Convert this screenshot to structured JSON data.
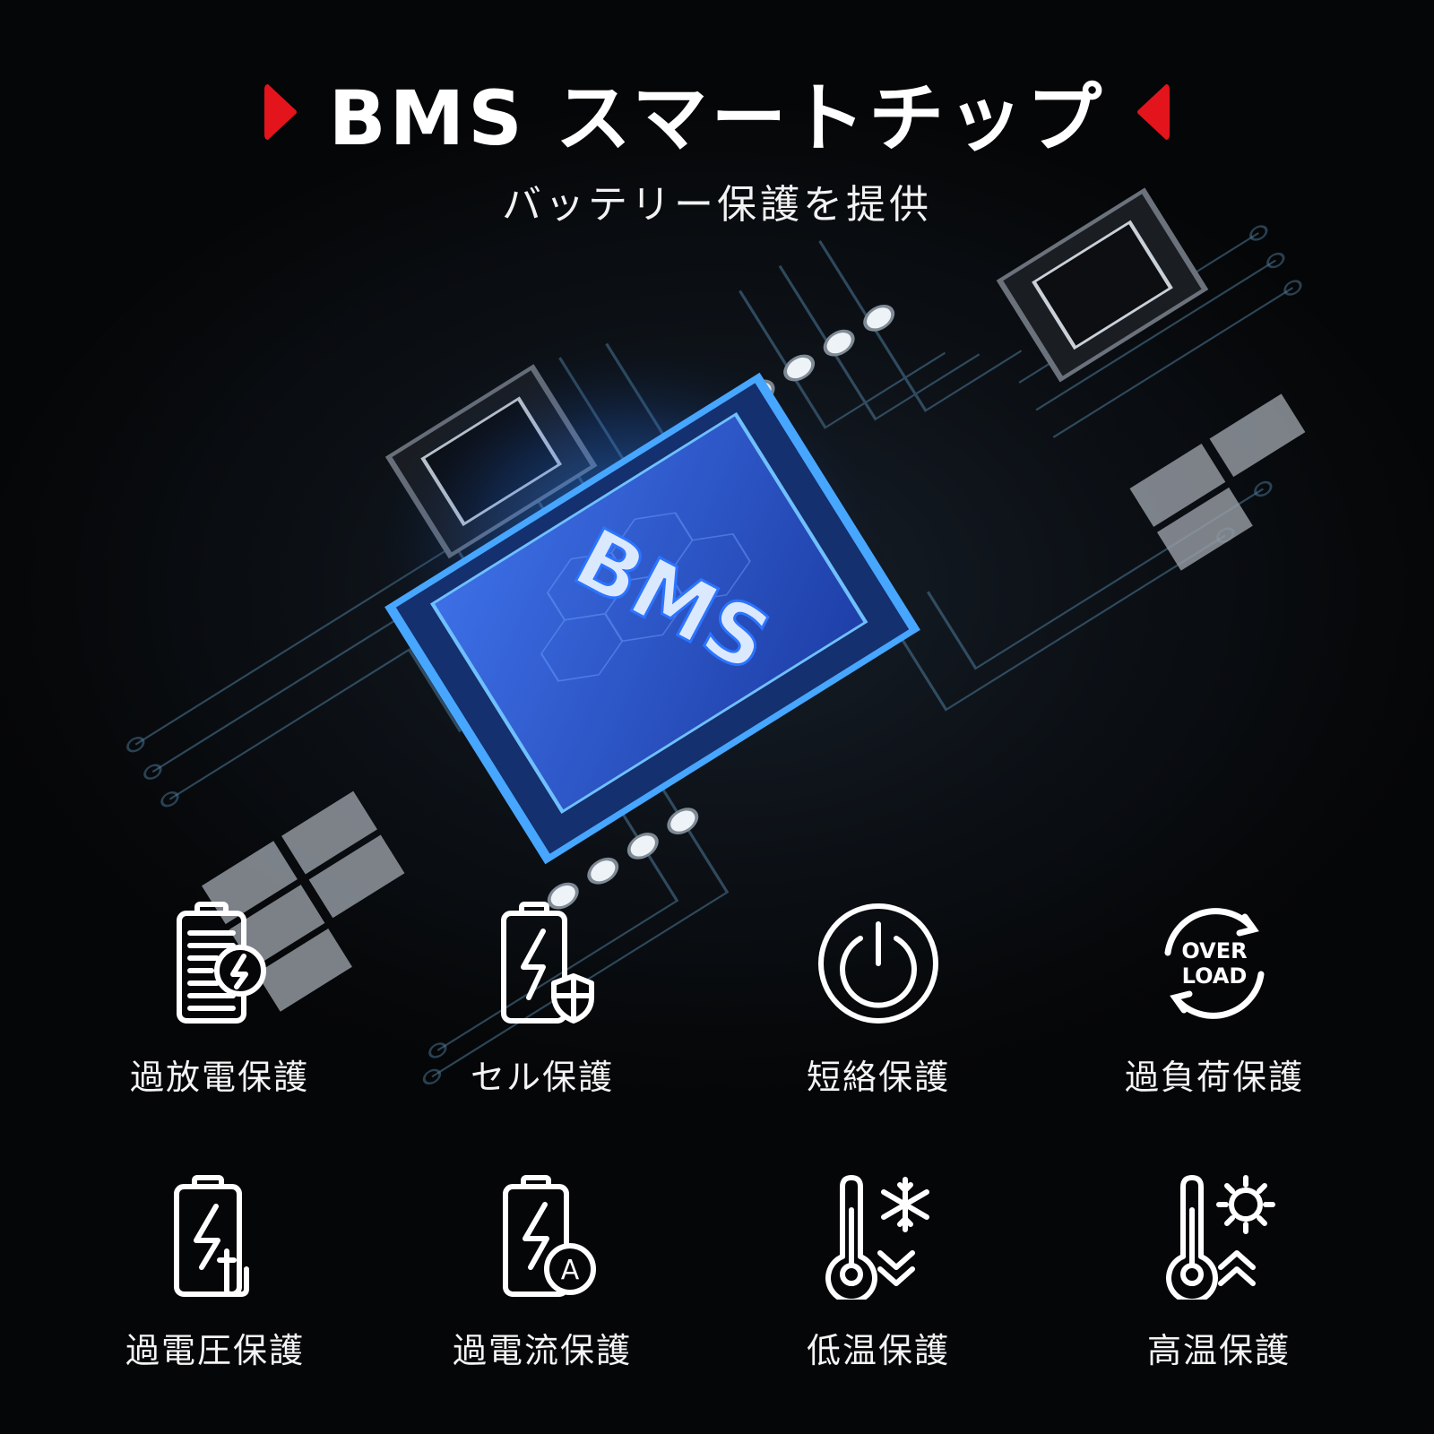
{
  "header": {
    "title": "BMS スマートチップ",
    "subtitle": "バッテリー保護を提供",
    "accent_color": "#e3141b"
  },
  "hero": {
    "chip_label": "BMS",
    "glow_color": "#2f8dff"
  },
  "features": [
    {
      "icon": "battery-discharge-icon",
      "label": "過放電保護"
    },
    {
      "icon": "battery-shield-icon",
      "label": "セル保護"
    },
    {
      "icon": "power-icon",
      "label": "短絡保護"
    },
    {
      "icon": "overload-icon",
      "label": "過負荷保護",
      "icon_text": [
        "OVER",
        "LOAD"
      ]
    },
    {
      "icon": "battery-voltage-icon",
      "label": "過電圧保護"
    },
    {
      "icon": "battery-current-icon",
      "label": "過電流保護",
      "icon_text": [
        "A"
      ]
    },
    {
      "icon": "thermometer-snowflake-icon",
      "label": "低温保護"
    },
    {
      "icon": "thermometer-sun-icon",
      "label": "高温保護"
    }
  ]
}
